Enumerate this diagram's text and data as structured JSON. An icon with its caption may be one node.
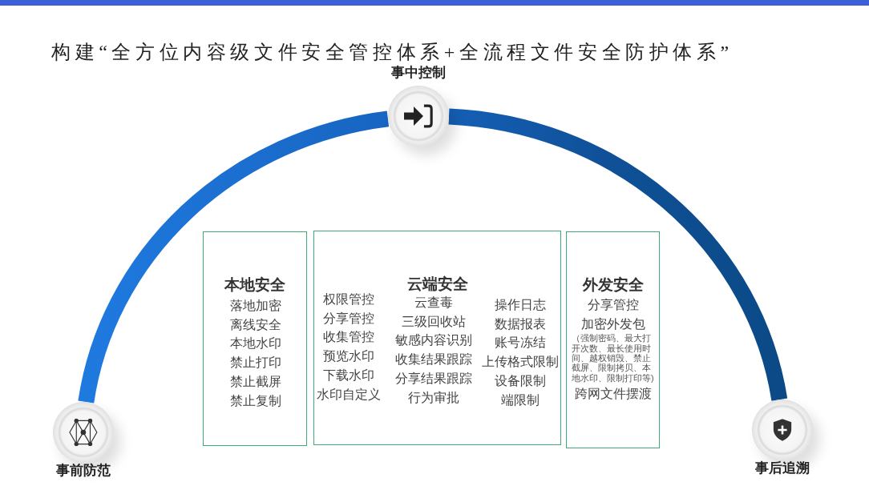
{
  "diagram": {
    "title": "构建“全方位内容级文件安全管控体系+全流程文件安全防护体系”",
    "nodes": [
      {
        "text": [
          "事前防范"
        ]
      },
      {
        "text": [
          "事中控制"
        ]
      },
      {
        "text": [
          "事后追溯"
        ]
      },
      {
        "text": [
          "本地安全",
          "落地加密",
          "离线安全",
          "本地水印",
          "禁止打印",
          "禁止截屏",
          "禁止复制"
        ]
      },
      {
        "text": [
          "云端安全",
          "权限管控",
          "分享管控",
          "收集管控",
          "预览水印",
          "下载水印",
          "水印自定义",
          "云查毒",
          "三级回收站",
          "敏感内容识别",
          "收集结果跟踪",
          "分享结果跟踪",
          "行为审批",
          "操作日志",
          "数据报表",
          "账号冻结",
          "上传格式限制",
          "设备限制",
          "端限制"
        ]
      },
      {
        "text": [
          "外发安全",
          "分享管控",
          "加密外发包",
          "（强制密码、最大打开次数、最长使用时间、越权销毁、禁止截屏、限制拷贝、本地水印、限制打印等)",
          "跨网文件摆渡"
        ]
      }
    ],
    "edges": [
      {
        "from": 0,
        "to": 1,
        "arrow": "none"
      },
      {
        "from": 1,
        "to": 2,
        "arrow": "none"
      }
    ]
  }
}
